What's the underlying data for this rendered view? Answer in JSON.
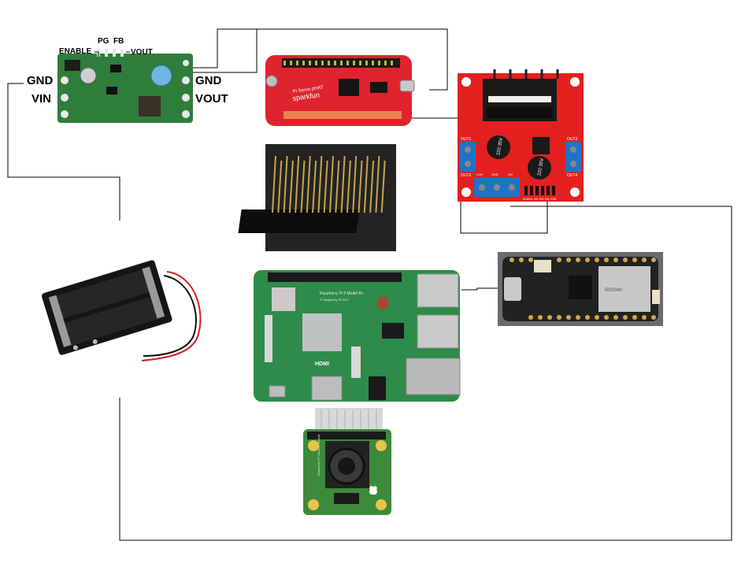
{
  "regulator": {
    "pin_labels": {
      "enable": "ENABLE",
      "pg": "PG",
      "fb": "FB",
      "vout_top": "VOUT",
      "gnd_left": "GND",
      "vin": "VIN",
      "gnd_right": "GND",
      "vout_right": "VOUT"
    }
  },
  "servo_hat": {
    "brand_text": "sparkfun",
    "board_text": "Pi Servo pHAT"
  },
  "motor_driver": {
    "cap_left_text": "220 35V",
    "cap_right_text": "220 35V",
    "out_labels": [
      "OUT1",
      "OUT2",
      "OUT3",
      "OUT4"
    ],
    "power_labels": [
      "+12V",
      "GND",
      "+5V"
    ],
    "control_labels": [
      "ENA",
      "IN1",
      "IN2",
      "IN3",
      "IN4",
      "ENB"
    ]
  },
  "raspberry_pi": {
    "board_text": "Raspberry Pi 3 Model B+",
    "copyright_text": "© Raspberry Pi 2017",
    "hdmi_text": "HDMI"
  },
  "camera": {
    "board_text": "Raspberry Pi Camera Module"
  },
  "feather": {
    "module_text": "RP2040"
  },
  "colors": {
    "wire": "#000000",
    "regulator_pcb": "#2f7d3a",
    "servo_hat_pcb": "#e0242e",
    "motor_driver_pcb": "#e3201f",
    "pi_pcb": "#2e8b4a",
    "camera_pcb": "#3c8a3a",
    "feather_pcb": "#222222",
    "terminal_blue": "#1e73c8"
  }
}
